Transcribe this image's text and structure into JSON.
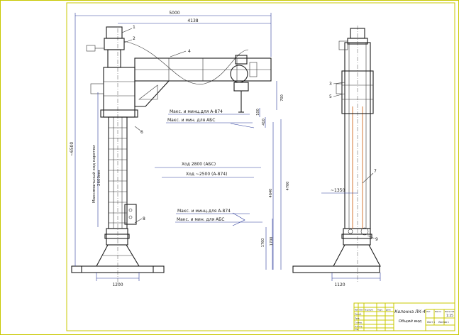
{
  "drawing": {
    "title_block": {
      "name": "Колонна ЛК-4",
      "subtitle": "Общий вид",
      "scale": "1:25",
      "sheet": "Лист 1",
      "sheets": "Листов 1",
      "col_izm": "Изм",
      "col_list": "Лист",
      "col_doc": "№ докум.",
      "col_sign": "Подп.",
      "col_date": "Дата",
      "row_dev": "Разраб.",
      "row_check": "Пров.",
      "row_tcontr": "Т.контр.",
      "row_ncontr": "Н.контр.",
      "row_appr": "Утв.",
      "col_lit": "Лит.",
      "col_mass": "Масса",
      "col_scale": "Масштаб"
    },
    "dimensions": {
      "overall_width": "5000",
      "boom_length": "4138",
      "height_overall": "~6500",
      "boom_drop": "700",
      "d_100": "100",
      "d_410": "410",
      "d_4640": "4640",
      "d_4700": "4700",
      "d_1760": "1760",
      "d_1700": "1700",
      "base_width": "1200",
      "side_base_width": "1120",
      "side_reach": "~1350"
    },
    "annotations": {
      "max_min_a874_top": "Макс. и минц.для А-874",
      "max_min_abs_top": "Макс. и мин. для АБС",
      "travel_abs": "Ход 2800 (АБС)",
      "travel_a874": "Ход ~2500 (А-874)",
      "max_min_a874_bottom": "Макс. и минц.для А-874",
      "max_min_abs_bottom": "Макс. и мин. для АБС",
      "manual_travel_line1": "Максимальный ход каретки",
      "manual_travel_line2": "2600мм"
    },
    "callouts": [
      "1",
      "2",
      "3",
      "4",
      "5",
      "6",
      "7",
      "8",
      "9"
    ],
    "colors": {
      "frame": "#c8c800",
      "dimension": "#2a3a9a",
      "outline": "#1b1b1b",
      "background": "#ffffff"
    }
  }
}
